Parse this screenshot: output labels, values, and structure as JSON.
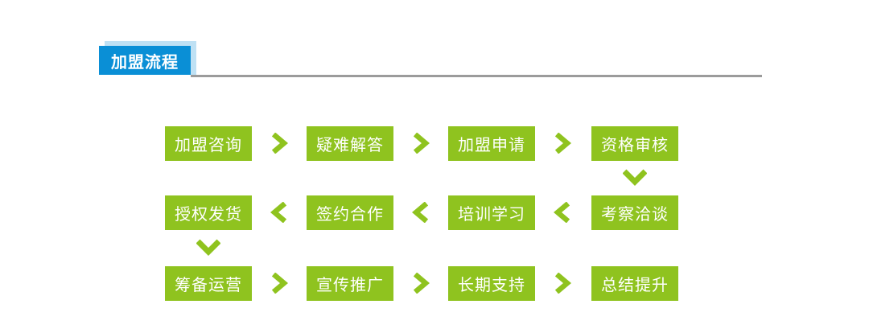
{
  "header": {
    "title": "加盟流程"
  },
  "colors": {
    "accent_blue": "#0a8fd6",
    "shadow_blue": "#bfe1f4",
    "step_green": "#8fc31f",
    "divider_gray": "#9b9b9b",
    "step_text": "#ffffff"
  },
  "flow": {
    "rows": [
      {
        "direction": "right",
        "steps": [
          "加盟咨询",
          "疑难解答",
          "加盟申请",
          "资格审核"
        ]
      },
      {
        "direction": "left",
        "steps": [
          "授权发货",
          "签约合作",
          "培训学习",
          "考察洽谈"
        ]
      },
      {
        "direction": "right",
        "steps": [
          "筹备运营",
          "宣传推广",
          "长期支持",
          "总结提升"
        ]
      }
    ],
    "vertical_connectors": [
      {
        "from": "资格审核",
        "to": "考察洽谈",
        "column": 4,
        "direction": "down"
      },
      {
        "from": "授权发货",
        "to": "筹备运营",
        "column": 1,
        "direction": "down"
      }
    ]
  }
}
